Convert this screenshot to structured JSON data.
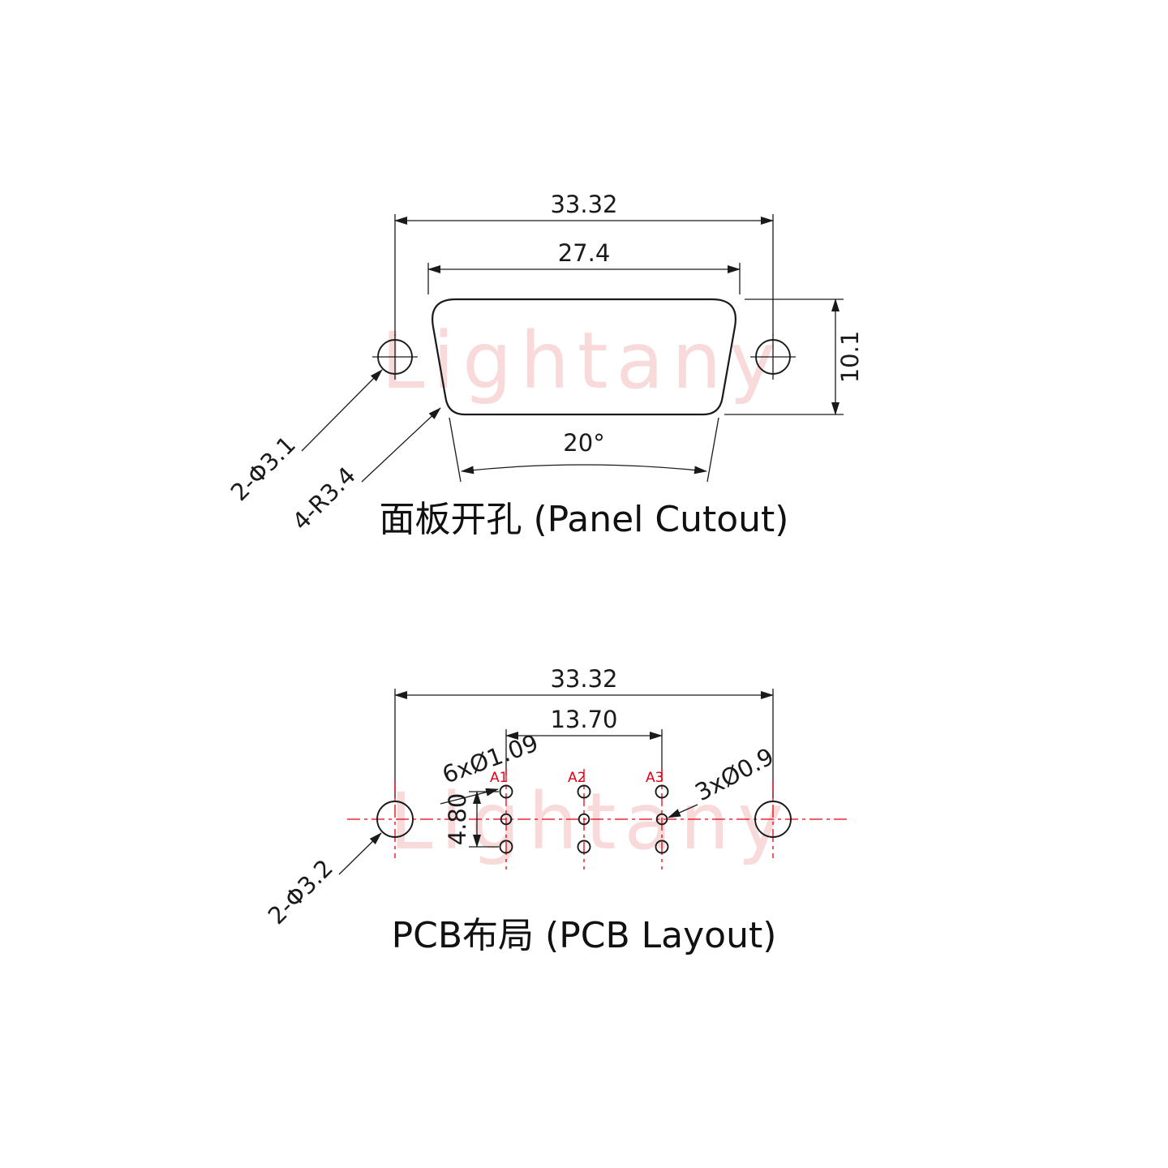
{
  "watermark_text": "Lightany",
  "colors": {
    "line": "#1a1a1a",
    "centerline_red": "#e60012",
    "watermark_pink": "#f3bcbc",
    "background": "#ffffff"
  },
  "panel_cutout": {
    "title": "面板开孔 (Panel Cutout)",
    "dims": {
      "overall_width": "33.32",
      "cutout_width": "27.4",
      "cutout_height": "10.1",
      "side_angle": "20°",
      "mount_holes": "2-Φ3.1",
      "corner_radius": "4-R3.4"
    }
  },
  "pcb_layout": {
    "title": "PCB布局 (PCB Layout)",
    "dims": {
      "overall_width": "33.32",
      "contact_span": "13.70",
      "row_pitch": "4.80",
      "outer_holes": "6xØ1.09",
      "center_holes": "3xØ0.9",
      "mount_holes": "2-Φ3.2"
    },
    "pad_labels": [
      "A1",
      "A2",
      "A3"
    ]
  }
}
